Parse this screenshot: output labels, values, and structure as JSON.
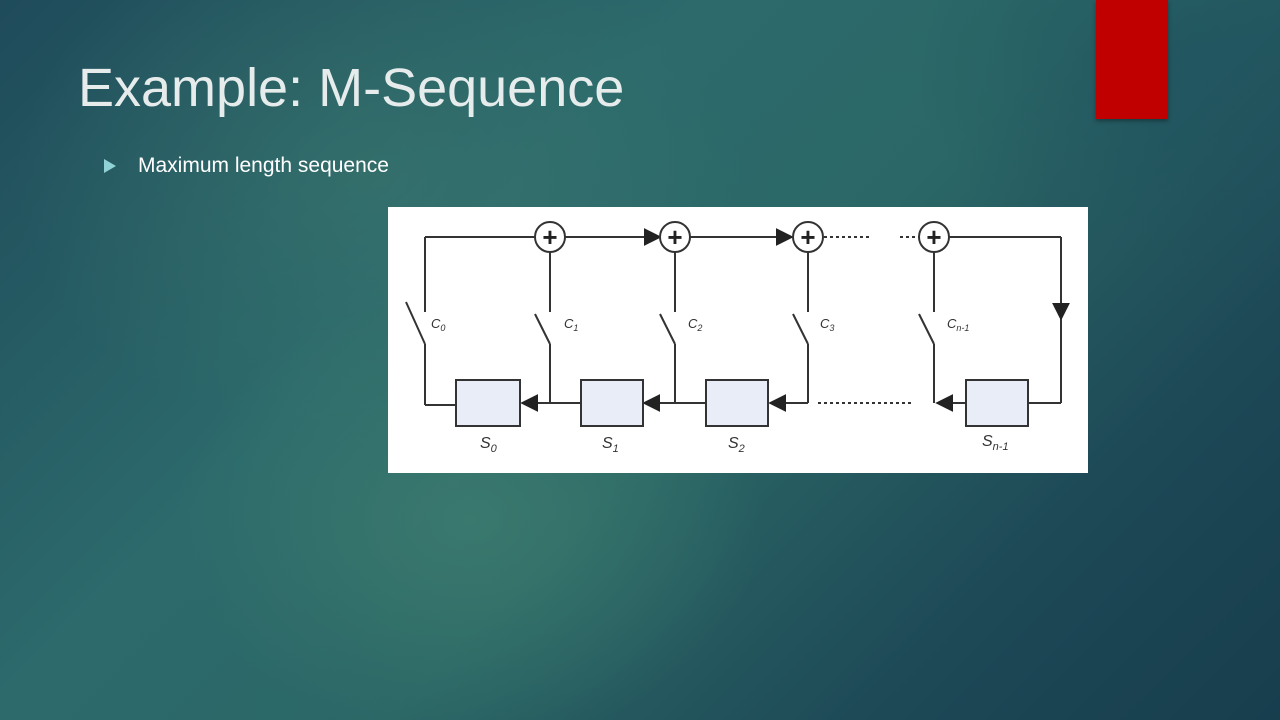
{
  "slide": {
    "title": "Example: M-Sequence",
    "bullets": [
      "Maximum length sequence"
    ],
    "accent_color": "#c00000"
  },
  "diagram": {
    "adders": [
      "+",
      "+",
      "+",
      "+"
    ],
    "taps": [
      {
        "main": "C",
        "sub": "0"
      },
      {
        "main": "C",
        "sub": "1"
      },
      {
        "main": "C",
        "sub": "2"
      },
      {
        "main": "C",
        "sub": "3"
      },
      {
        "main": "C",
        "sub": "n-1"
      }
    ],
    "stages": [
      {
        "main": "S",
        "sub": "0"
      },
      {
        "main": "S",
        "sub": "1"
      },
      {
        "main": "S",
        "sub": "2"
      },
      {
        "main": "S",
        "sub": "n-1"
      }
    ]
  }
}
